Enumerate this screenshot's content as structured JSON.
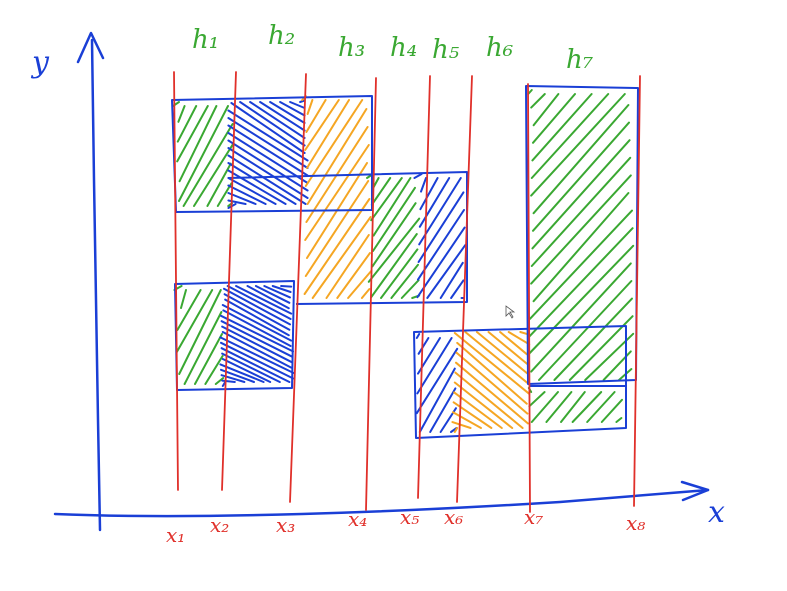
{
  "colors": {
    "axis": "#1a3fd6",
    "cut_line": "#e0302a",
    "rect_border": "#1a3fd6",
    "hatch_green": "#3aa832",
    "hatch_blue": "#1a3fd6",
    "hatch_orange": "#f5a623",
    "label_green": "#3aa832",
    "label_red": "#e0302a"
  },
  "axes": {
    "x_label": "x",
    "y_label": "y"
  },
  "slab_labels": [
    "h₁",
    "h₂",
    "h₃",
    "h₄",
    "h₅",
    "h₆",
    "h₇"
  ],
  "cut_labels": [
    "x₁",
    "x₂",
    "x₃",
    "x₄",
    "x₅",
    "x₆",
    "x₇",
    "x₈"
  ],
  "hatch_colors": [
    "green",
    "blue",
    "orange",
    "green",
    "blue",
    "orange",
    "green"
  ]
}
